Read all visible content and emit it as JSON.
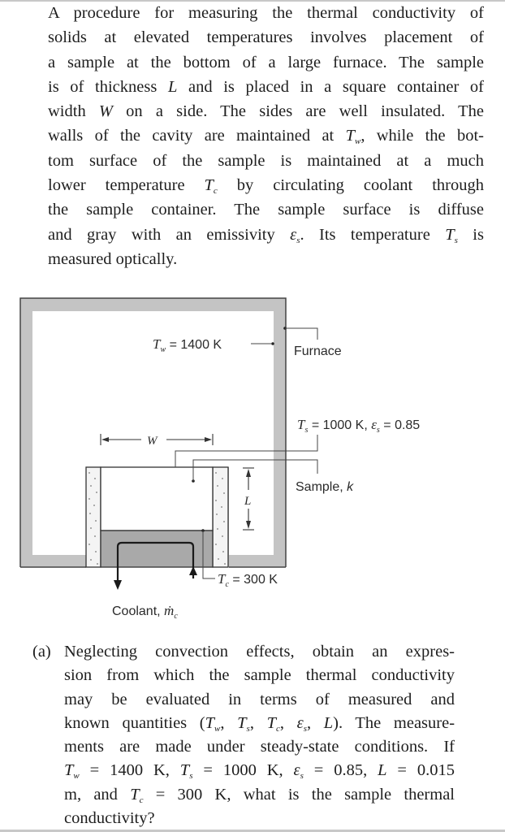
{
  "problem": {
    "intro_lines": [
      "A procedure for measuring the thermal conductivity of",
      "solids at elevated temperatures involves placement of",
      "a sample at the bottom of a large furnace. The sample",
      [
        "is of thickness ",
        {
          "it": "L"
        },
        " and is placed in a square container of"
      ],
      [
        "width ",
        {
          "it": "W"
        },
        " on a side. The sides are well insulated. The"
      ],
      [
        "walls of the cavity are maintained at ",
        {
          "it": "T",
          "sub": "w"
        },
        ", while the bot-"
      ],
      "tom surface of the sample is maintained at a much",
      [
        "lower temperature ",
        {
          "it": "T",
          "sub": "c"
        },
        " by circulating coolant through"
      ],
      "the sample container. The sample surface is diffuse",
      [
        "and gray with an emissivity ",
        {
          "it": "ε",
          "sub": "s"
        },
        ". Its temperature ",
        {
          "it": "T",
          "sub": "s"
        },
        " is"
      ],
      "measured optically."
    ],
    "part_a": {
      "label": "(a)",
      "lines": [
        "Neglecting convection effects, obtain an expres-",
        "sion from which the sample thermal conductivity",
        "may be evaluated in terms of measured and",
        [
          "known quantities (",
          {
            "it": "T",
            "sub": "w"
          },
          ", ",
          {
            "it": "T",
            "sub": "s"
          },
          ", ",
          {
            "it": "T",
            "sub": "c"
          },
          ", ",
          {
            "it": "ε",
            "sub": "s"
          },
          ", ",
          {
            "it": "L"
          },
          "). The measure-"
        ],
        "ments are made under steady-state conditions. If",
        [
          {
            "it": "T",
            "sub": "w"
          },
          " = 1400 K, ",
          {
            "it": "T",
            "sub": "s"
          },
          " = 1000 K, ",
          {
            "it": "ε",
            "sub": "s"
          },
          " = 0.85, ",
          {
            "it": "L"
          },
          " = 0.015"
        ],
        [
          "m, and ",
          {
            "it": "T",
            "sub": "c"
          },
          " = 300 K, what is the sample thermal"
        ],
        "conductivity?"
      ]
    }
  },
  "diagram": {
    "tw_label": {
      "sym": "T",
      "sub": "w",
      "value": " = 1400 K"
    },
    "furnace_label": "Furnace",
    "ts_label": {
      "sym": "T",
      "sub": "s",
      "value": " = 1000 K, ",
      "sym2": "ε",
      "sub2": "s",
      "value2": " = 0.85"
    },
    "sample_label": "Sample, ",
    "sample_k": "k",
    "tc_label": {
      "sym": "T",
      "sub": "c",
      "value": " = 300 K"
    },
    "coolant_label": "Coolant, ",
    "coolant_sym": "ṁ",
    "coolant_sub": "c",
    "w_dim": "W",
    "l_dim": "L",
    "colors": {
      "furnace_wall": "#c4c4c4",
      "coolant_block": "#a9a9a9",
      "line": "#2a2a2a"
    }
  }
}
